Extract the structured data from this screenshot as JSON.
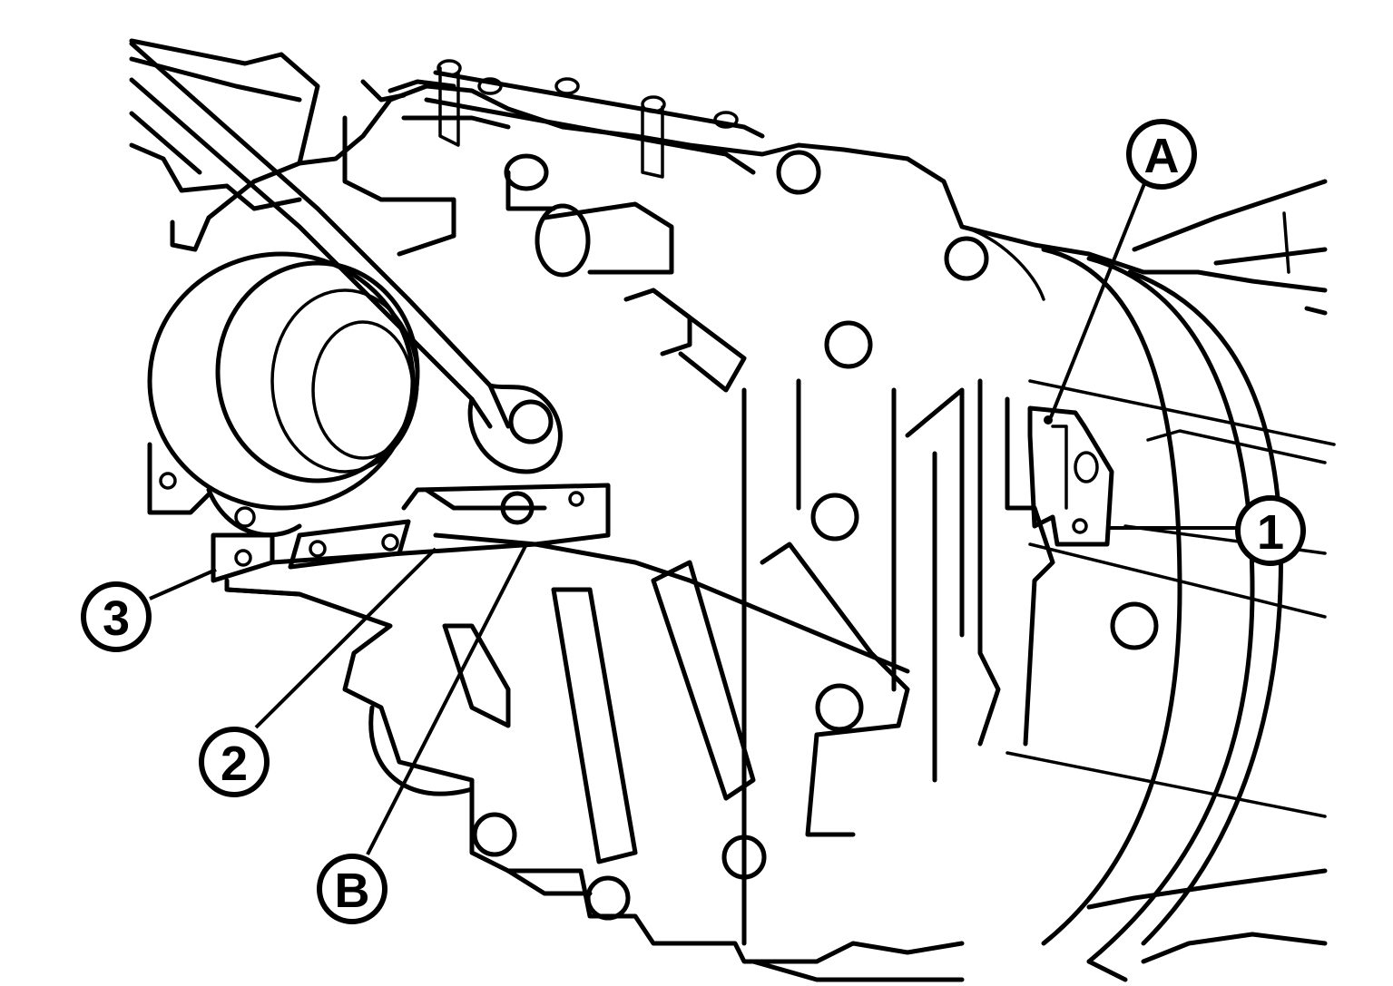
{
  "callouts": {
    "A": "A",
    "B": "B",
    "n1": "1",
    "n2": "2",
    "n3": "3"
  }
}
